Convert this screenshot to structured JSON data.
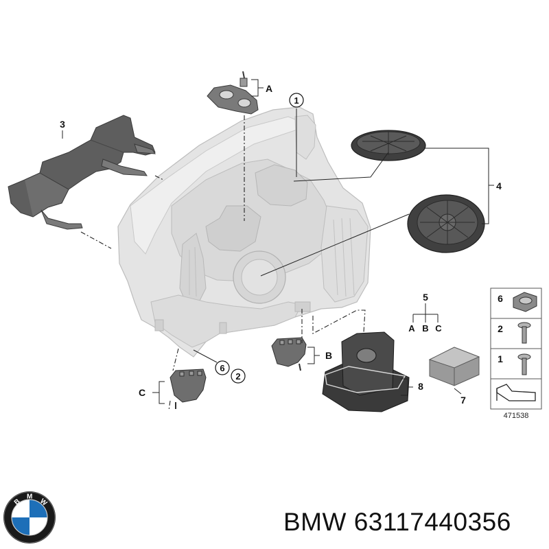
{
  "callouts": {
    "c1": "1",
    "c2": "2",
    "c3": "3",
    "c4": "4",
    "c5": "5",
    "c6": "6",
    "c7": "7",
    "c8": "8",
    "a": "A",
    "b": "B",
    "c": "C",
    "tree_a": "A",
    "tree_b": "B",
    "tree_c": "C",
    "legend_6": "6",
    "legend_2": "2",
    "legend_1": "1"
  },
  "diagram_ref": "471538",
  "caption": "BMW 63117440356",
  "logo": {
    "text": "BMW",
    "colors": {
      "ring": "#1a1a1a",
      "blue": "#1d6fb8",
      "white": "#ffffff"
    }
  }
}
